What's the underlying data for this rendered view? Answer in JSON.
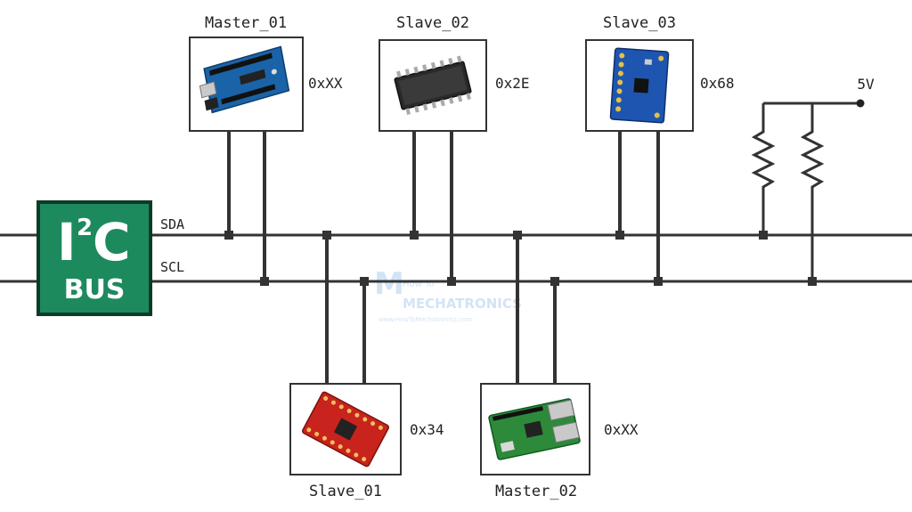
{
  "bus": {
    "logo_main": "I",
    "logo_sup": "2",
    "logo_c": "C",
    "logo_sub": "BUS",
    "sda_label": "SDA",
    "scl_label": "SCL",
    "logo_color": "#1d8a5e",
    "line_color": "#333333"
  },
  "pullup": {
    "voltage_label": "5V"
  },
  "devices": {
    "master_01": {
      "name": "Master_01",
      "address": "0xXX",
      "image": "arduino-board"
    },
    "slave_02": {
      "name": "Slave_02",
      "address": "0x2E",
      "image": "ic-chip"
    },
    "slave_03": {
      "name": "Slave_03",
      "address": "0x68",
      "image": "sensor-module"
    },
    "slave_01": {
      "name": "Slave_01",
      "address": "0x34",
      "image": "breakout-board"
    },
    "master_02": {
      "name": "Master_02",
      "address": "0xXX",
      "image": "raspberry-pi"
    }
  },
  "watermark": {
    "line1": "How To",
    "line2": "MECHATRONICS",
    "line3": "www.HowToMechatronics.com"
  }
}
